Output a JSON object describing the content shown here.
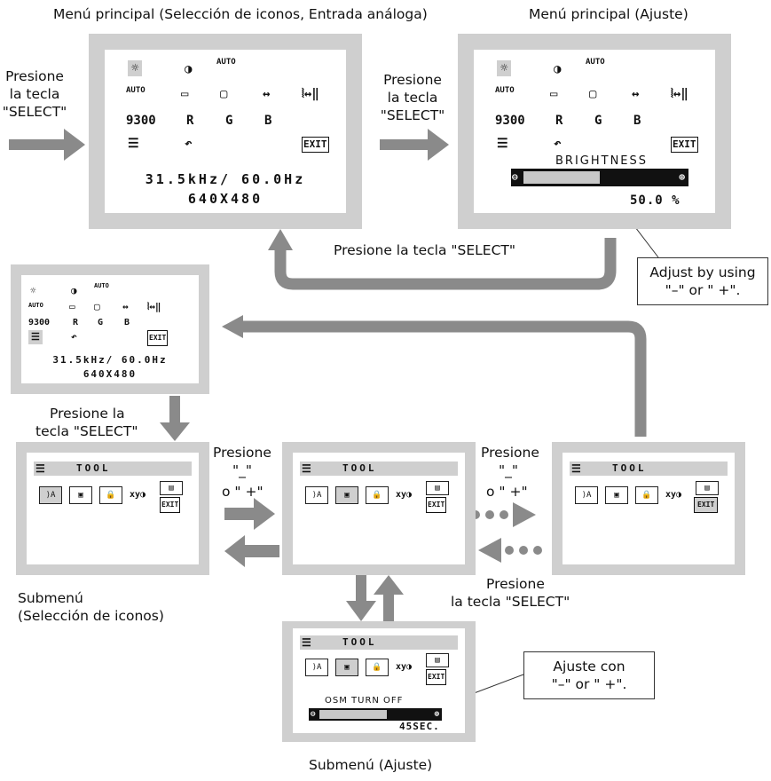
{
  "captions": {
    "main_icon_analog": "Menú principal (Selección de iconos, Entrada análoga)",
    "main_adjust": "Menú principal (Ajuste)",
    "sub_icon_l1": "Submenú",
    "sub_icon_l2": "(Selección de iconos)",
    "sub_adjust": "Submenú (Ajuste)"
  },
  "labels": {
    "press_select_l1": "Presione",
    "press_select_l2": "la tecla",
    "press_select_l3": "\"SELECT\"",
    "press_select_inline": "Presione la tecla \"SELECT\"",
    "press_la_l1": "Presione la",
    "press_la_l2": "tecla \"SELECT\"",
    "presione": "Presione",
    "minus": "\"_\"",
    "o_plus": "o \" +\"",
    "la_tecla_select": "la tecla \"SELECT\""
  },
  "callouts": {
    "adjust_en_l1": "Adjust by using",
    "adjust_en_l2": "\"–\" or \" +\".",
    "adjust_es_l1": "Ajuste con",
    "adjust_es_l2": "\"–\" or \" +\"."
  },
  "osd": {
    "icons_row1": [
      "☼",
      "◑",
      "AUTO"
    ],
    "icons_row2": [
      "AUTO",
      "▭",
      "▢",
      "↔",
      "⦚↔‖"
    ],
    "icons_row3": [
      "9300",
      "R",
      "G",
      "B"
    ],
    "tool_icon": "☰",
    "reset_icon": "↶",
    "exit_label": "EXIT",
    "freq": "31.5kHz/ 60.0Hz",
    "resolution": "640X480",
    "brightness_label": "BRIGHTNESS",
    "brightness_value": "50.0 %",
    "brightness_fraction": 0.5,
    "minus_sign": "⊖",
    "plus_sign": "⊕",
    "tool_title": "TOOL",
    "tool_icons": [
      "⟩A",
      "▣",
      "🔒",
      "xy◑",
      "▤"
    ],
    "osm_label": "OSM TURN OFF",
    "osm_value": "45SEC.",
    "osm_fraction": 0.6
  },
  "colors": {
    "panel": "#cfcfcf",
    "arrow": "#8a8a8a",
    "bar_dark": "#111111",
    "bar_light": "#c8c8c8"
  }
}
